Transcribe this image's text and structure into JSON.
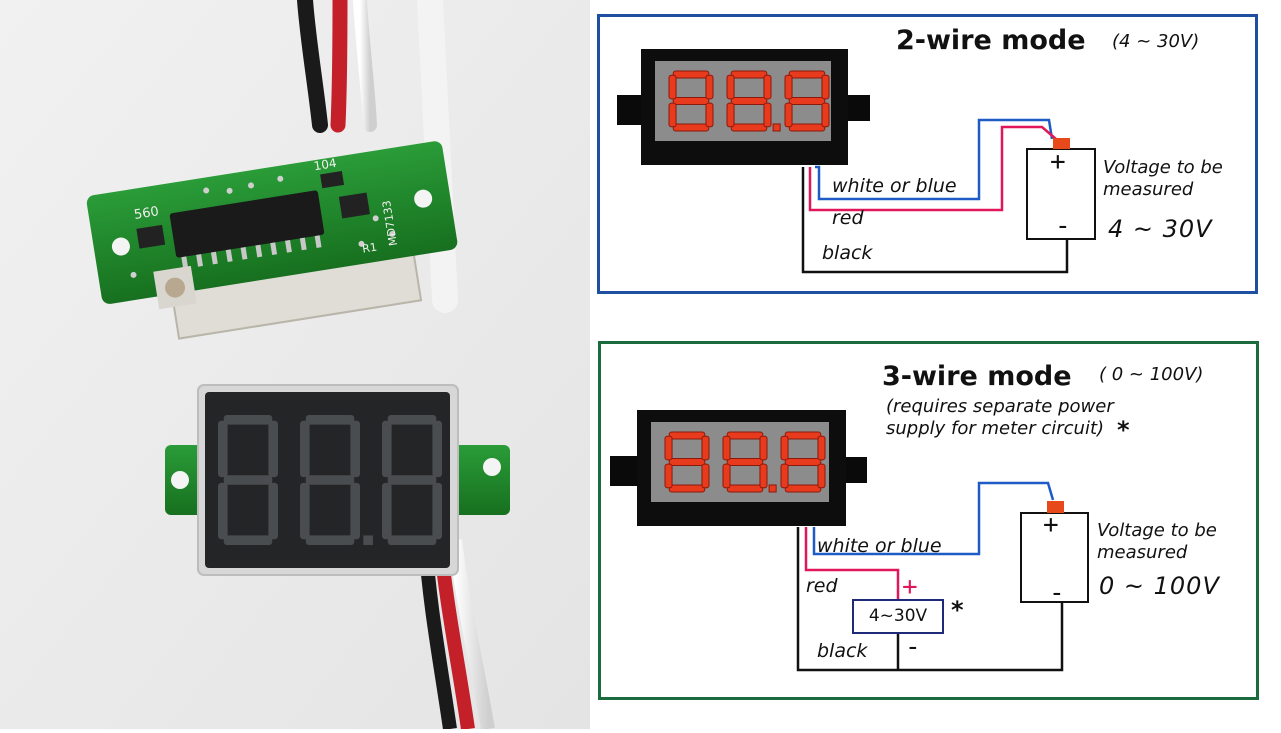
{
  "photo": {
    "pcb_marks": [
      "560",
      "104",
      "MD7133",
      "R1"
    ]
  },
  "two_wire": {
    "title": "2-wire mode",
    "range": "(4 ~ 30V)",
    "display_digits": "88.8",
    "wire_labels": {
      "signal": "white or blue",
      "power": "red",
      "ground": "black"
    },
    "battery": {
      "plus": "+",
      "minus": "-"
    },
    "voltage_note": "Voltage to be\nmeasured",
    "voltage_range": "4 ~ 30V"
  },
  "three_wire": {
    "title": "3-wire mode",
    "range": "( 0 ~ 100V)",
    "note": "(requires separate power\nsupply for meter circuit)",
    "asterisk": "*",
    "display_digits": "88.8",
    "wire_labels": {
      "signal": "white or blue",
      "power": "red",
      "ground": "black"
    },
    "psu": {
      "label": "4~30V",
      "plus": "+",
      "minus": "-",
      "asterisk": "*"
    },
    "battery": {
      "plus": "+",
      "minus": "-"
    },
    "voltage_note": "Voltage to be\nmeasured",
    "voltage_range": "0 ~ 100V"
  },
  "colors": {
    "panel_top_border": "#1f4fa0",
    "panel_bottom_border": "#1c6b3f",
    "wire_blue": "#1e5bc6",
    "wire_red": "#e0185a",
    "wire_black": "#111111",
    "segment_red": "#e83a1c",
    "terminal_orange": "#e8491b",
    "pcb_green": "#1f8a2e"
  }
}
